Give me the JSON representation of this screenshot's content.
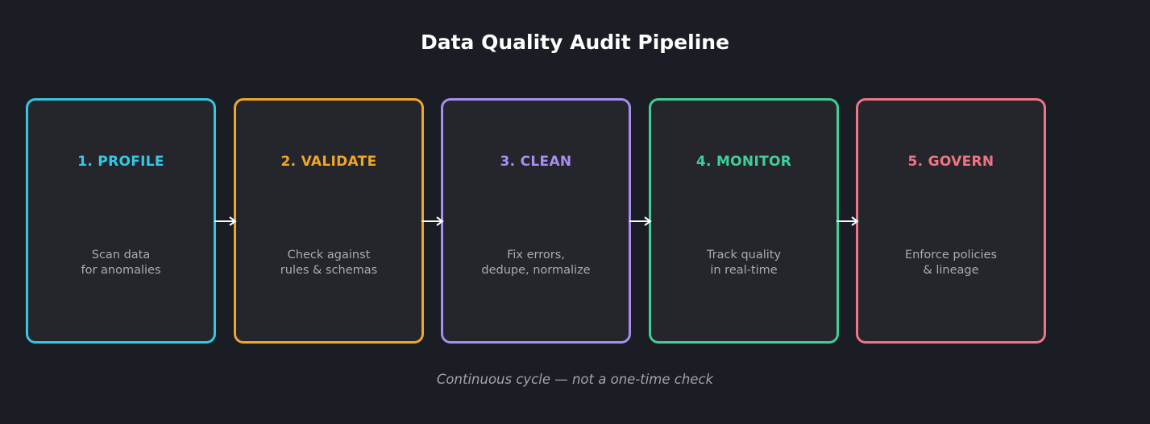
{
  "title": "Data Quality Audit Pipeline",
  "stages": [
    {
      "title": "1. PROFILE",
      "desc": [
        "Scan data",
        "for anomalies"
      ],
      "color": "#33c8e4"
    },
    {
      "title": "2. VALIDATE",
      "desc": [
        "Check against",
        "rules & schemas"
      ],
      "color": "#f1a626"
    },
    {
      "title": "3. CLEAN",
      "desc": [
        "Fix errors,",
        "dedupe, normalize"
      ],
      "color": "#a68ef3"
    },
    {
      "title": "4. MONITOR",
      "desc": [
        "Track quality",
        "in real-time"
      ],
      "color": "#3fcf98"
    },
    {
      "title": "5. GOVERN",
      "desc": [
        "Enforce policies",
        "& lineage"
      ],
      "color": "#f07486"
    }
  ],
  "footer": "Continuous cycle — not a one-time check",
  "arrow_color": "#ffffff"
}
